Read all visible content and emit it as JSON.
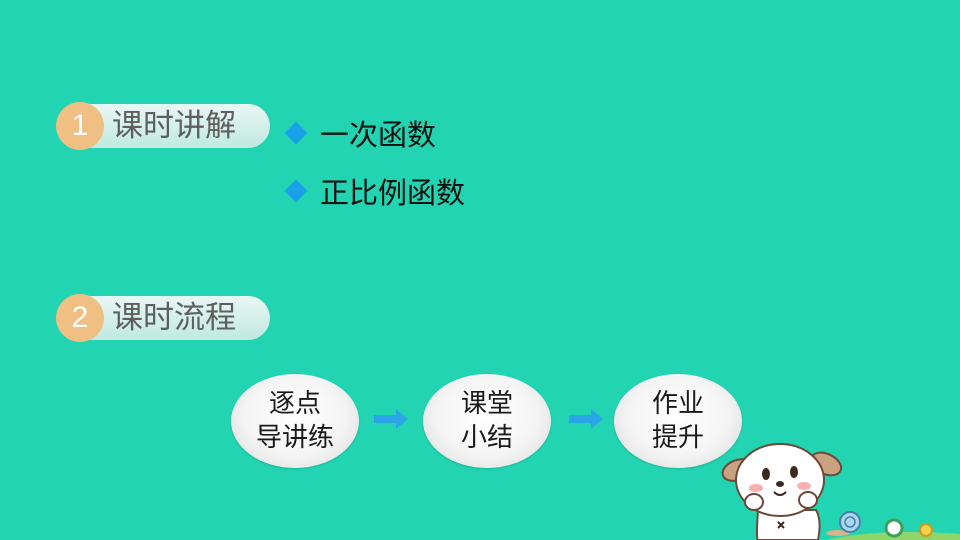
{
  "sections": [
    {
      "number": "1",
      "title": "课时讲解"
    },
    {
      "number": "2",
      "title": "课时流程"
    }
  ],
  "topics": [
    "一次函数",
    "正比例函数"
  ],
  "flow": [
    {
      "line1": "逐点",
      "line2": "导讲练"
    },
    {
      "line1": "课堂",
      "line2": "小结"
    },
    {
      "line1": "作业",
      "line2": "提升"
    }
  ],
  "colors": {
    "background": "#22d4b2",
    "badge": "#efbf83",
    "bullet": "#1aa0e8",
    "arrow": "#2aa6e6"
  },
  "icons": {
    "bullet": "diamond-bullet-icon",
    "arrow": "arrow-right-icon",
    "mascot": "puppy-mascot-icon"
  }
}
